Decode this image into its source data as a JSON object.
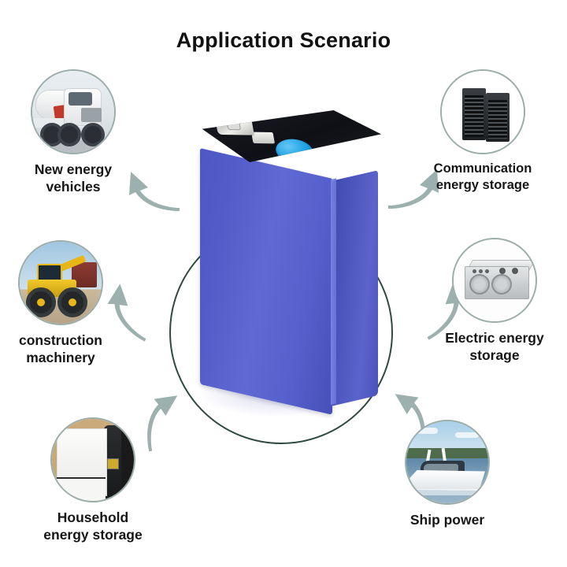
{
  "page": {
    "title": "Application Scenario",
    "background_color": "#ffffff",
    "title_color": "#121212"
  },
  "center": {
    "subject": "prismatic-lithium-battery-cell",
    "ring_color": "#2e4a3e",
    "battery_body_color": "#5560cc",
    "battery_top_color": "#14161c",
    "terminal_color": "#e0e0de",
    "vent_color": "#1b9fe3"
  },
  "arrows": {
    "color": "#9cb0ad",
    "count": 6,
    "direction": "outward-from-center"
  },
  "scenarios": [
    {
      "id": "new-energy-vehicles",
      "label_line1": "New energy",
      "label_line2": "vehicles",
      "icon": "cement-mixer-truck-photo",
      "position": "top-left"
    },
    {
      "id": "communication-energy-storage",
      "label_line1": "Communication",
      "label_line2": "energy storage",
      "icon": "telecom-rack-cabinet-photo",
      "position": "top-right"
    },
    {
      "id": "construction-machinery",
      "label_line1": "construction",
      "label_line2": "machinery",
      "icon": "wheel-loader-photo",
      "position": "middle-left"
    },
    {
      "id": "electric-energy-storage",
      "label_line1": "Electric energy",
      "label_line2": "storage",
      "icon": "inverter-cabinet-photo",
      "position": "middle-right"
    },
    {
      "id": "household-energy-storage",
      "label_line1": "Household",
      "label_line2": "energy storage",
      "icon": "home-battery-wall-unit-photo",
      "position": "bottom-left"
    },
    {
      "id": "ship-power",
      "label_line1": "Ship power",
      "label_line2": "",
      "icon": "motor-yacht-photo",
      "position": "bottom-right"
    }
  ]
}
